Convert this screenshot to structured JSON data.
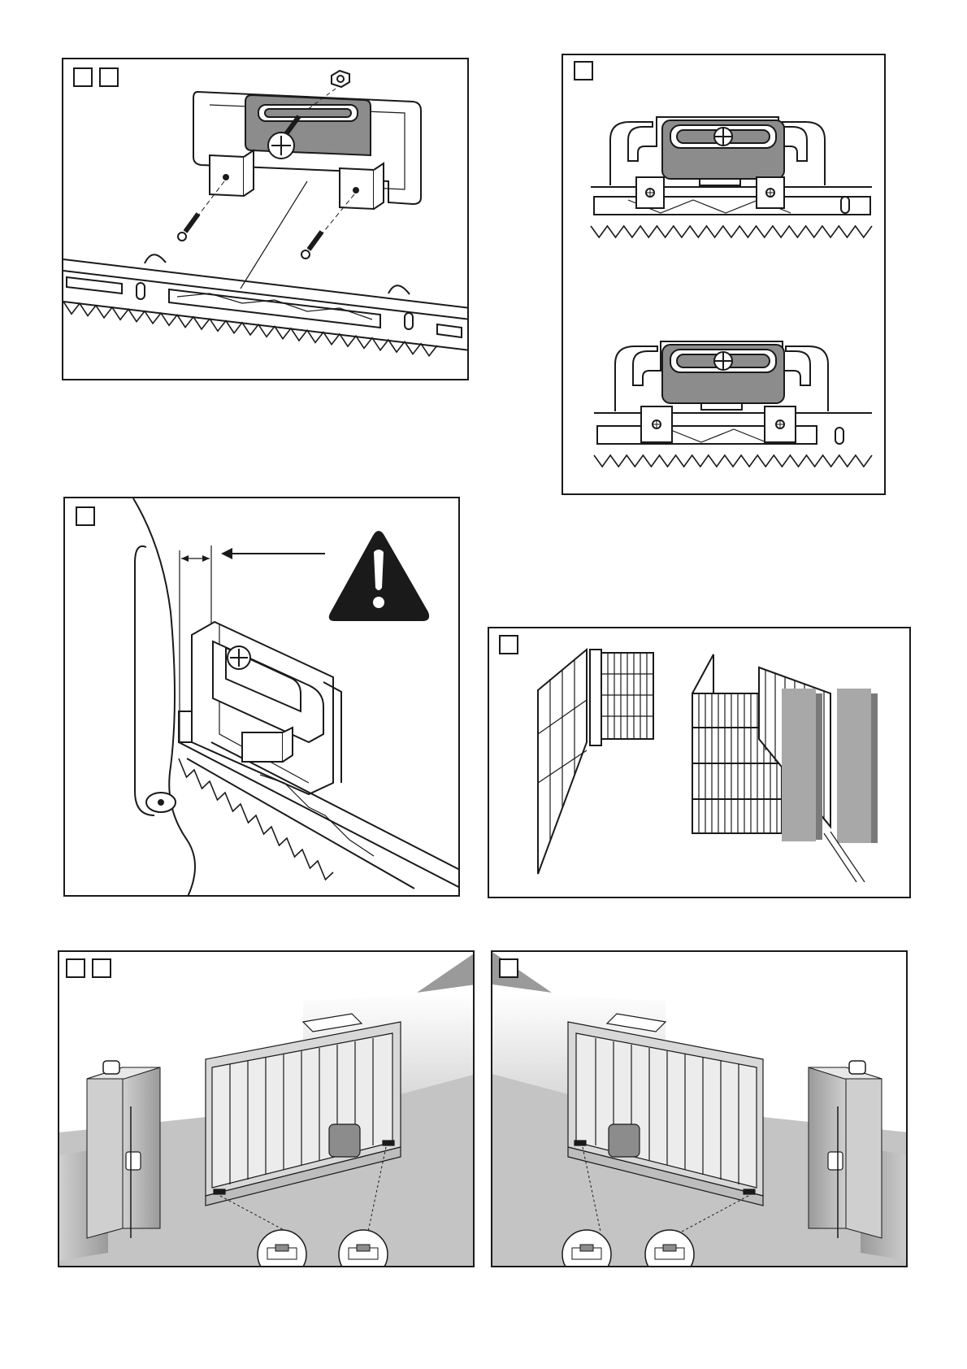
{
  "page": {
    "panels": [
      {
        "id": "bracket-assembly",
        "number_boxes": 2
      },
      {
        "id": "bracket-positions",
        "number_boxes": 1
      },
      {
        "id": "limit-switch-clearance",
        "number_boxes": 1
      },
      {
        "id": "gate-side",
        "number_boxes": 1
      },
      {
        "id": "install-left",
        "number_boxes": 2
      },
      {
        "id": "install-right",
        "number_boxes": 1
      }
    ],
    "warning_symbol": "exclamation-triangle-icon",
    "colors": {
      "line": "#1a1a1a",
      "bracket_fill": "#8c8c8c",
      "pillar_grey": "#a8a8a8",
      "ground_grey": "#c4c4c4"
    }
  }
}
